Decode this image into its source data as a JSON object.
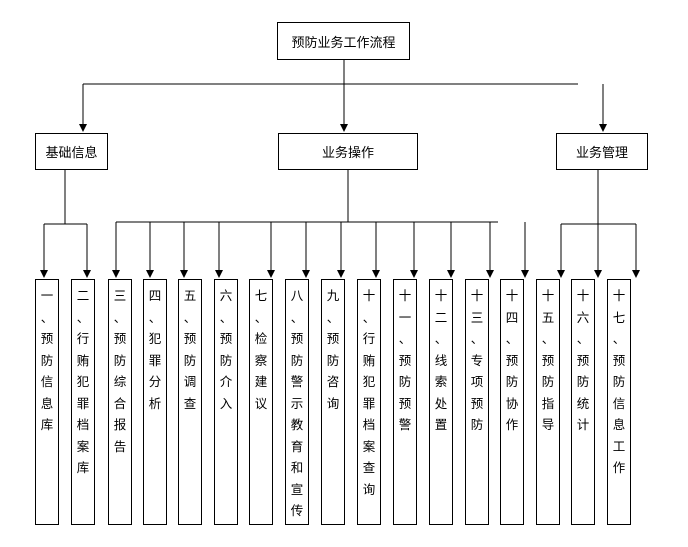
{
  "title": "预防业务工作流程",
  "categories": [
    {
      "id": "basic",
      "label": "基础信息"
    },
    {
      "id": "ops",
      "label": "业务操作"
    },
    {
      "id": "mgmt",
      "label": "业务管理"
    }
  ],
  "items": [
    {
      "label": "一、预防信息库"
    },
    {
      "label": "二、行贿犯罪档案库"
    },
    {
      "label": "三、预防综合报告"
    },
    {
      "label": "四、犯罪分析"
    },
    {
      "label": "五、预防调查"
    },
    {
      "label": "六、预防介入"
    },
    {
      "label": "七、检察建议"
    },
    {
      "label": "八、预防警示教育和宣传"
    },
    {
      "label": "九、预防咨询"
    },
    {
      "label": "十、行贿犯罪档案查询"
    },
    {
      "label": "十一、预防预警"
    },
    {
      "label": "十二、线索处置"
    },
    {
      "label": "十三、专项预防"
    },
    {
      "label": "十四、预防协作"
    },
    {
      "label": "十五、预防指导"
    },
    {
      "label": "十六、预防统计"
    },
    {
      "label": "十七、预防信息工作"
    }
  ]
}
